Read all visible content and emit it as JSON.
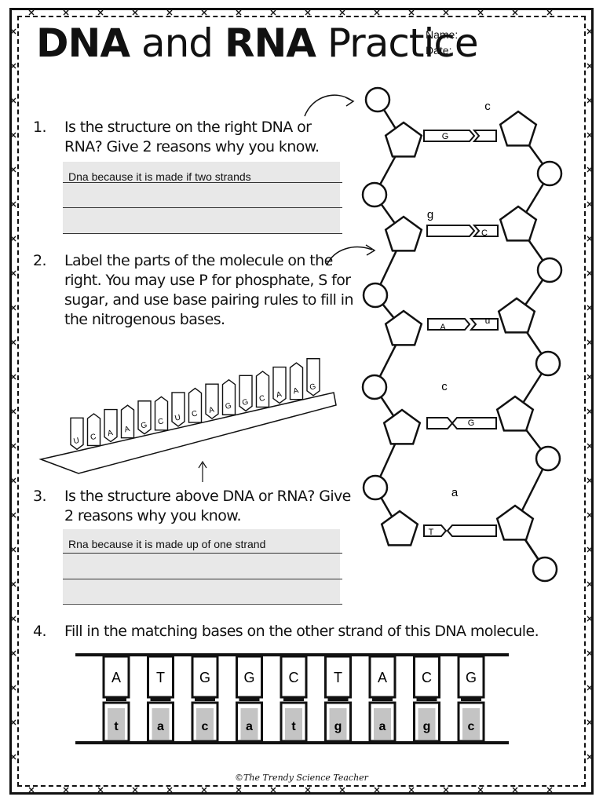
{
  "title": {
    "part1": "DNA",
    "part2": "and",
    "part3": "RNA",
    "part4": "Practice"
  },
  "header_fields": {
    "name_label": "Name:",
    "date_label": "Date:"
  },
  "questions": [
    {
      "num": "1.",
      "text": "Is the structure on the right DNA or\nRNA? Give 2 reasons why you know.",
      "answer": "Dna because it is made if two strands"
    },
    {
      "num": "2.",
      "text": "Label the parts of the molecule on the\nright. You may use P for phosphate, S for\nsugar, and use base pairing rules to fill in\nthe nitrogenous bases."
    },
    {
      "num": "3.",
      "text": "Is the structure above DNA or RNA? Give\n2 reasons why you know.",
      "answer": "Rna because it is made up of one strand"
    },
    {
      "num": "4.",
      "text": "Fill in the matching bases on the other strand of this DNA molecule."
    }
  ],
  "helix_labels": {
    "rung1": {
      "left": "G",
      "annotation": "c"
    },
    "rung2": {
      "right": "C",
      "annotation": "g"
    },
    "rung3": {
      "left": "A",
      "right": "u"
    },
    "rung4": {
      "right": "G",
      "annotation": "c"
    },
    "rung5": {
      "left": "T",
      "annotation": "a"
    }
  },
  "rna_strand_bases": [
    "U",
    "C",
    "A",
    "A",
    "G",
    "C",
    "U",
    "C",
    "A",
    "G",
    "G",
    "C",
    "A",
    "A",
    "G"
  ],
  "dna_top_bases": [
    "A",
    "T",
    "G",
    "G",
    "C",
    "T",
    "A",
    "C",
    "G"
  ],
  "dna_bottom_bases": [
    "t",
    "a",
    "c",
    "a",
    "t",
    "g",
    "a",
    "g",
    "c"
  ],
  "footer": "©The Trendy Science Teacher"
}
